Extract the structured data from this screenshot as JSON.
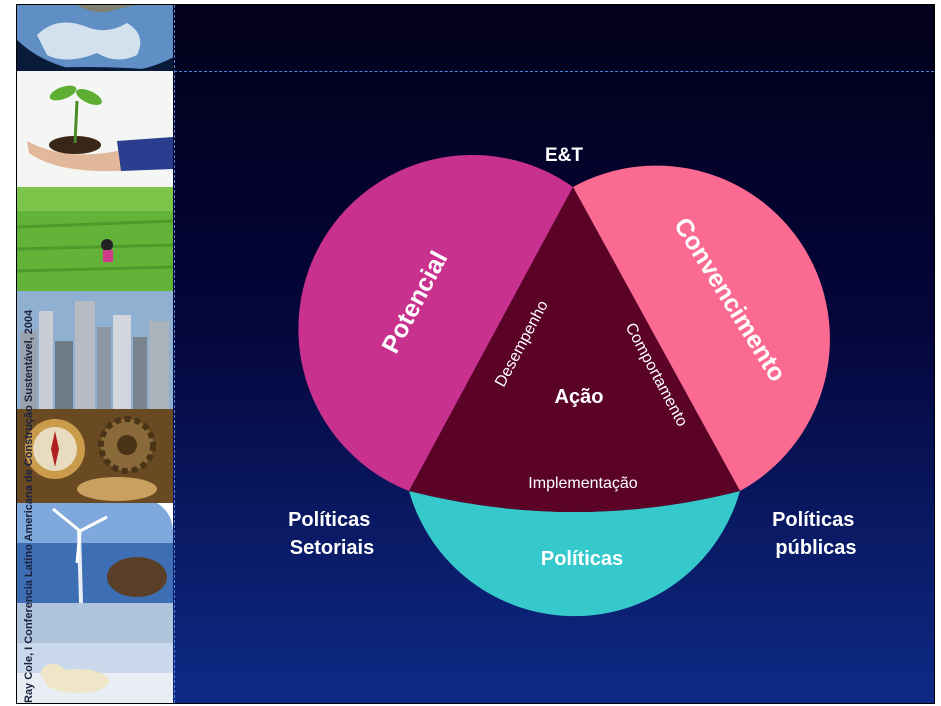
{
  "credit": "Ray Cole, I Conferencia Latino Americana de Construção Sustentável, 2004",
  "diagram": {
    "top_label": "E&T",
    "center_label": "Ação",
    "left_side_label": "Desempenho",
    "right_side_label": "Comportamento",
    "bottom_side_label": "Implementação",
    "left_circle_label": "Potencial",
    "right_circle_label": "Convencimento",
    "bottom_circle_label": "Políticas",
    "left_corner_label": [
      "Políticas",
      "Setoriais"
    ],
    "right_corner_label": [
      "Políticas",
      "públicas"
    ]
  },
  "colors": {
    "left_circle": "#c9318f",
    "right_circle": "#fa6a91",
    "bottom_circle": "#36c9cc",
    "triangle": "#5b0327",
    "background_top": "#020019",
    "background_bottom": "#0d2a86"
  },
  "photos": [
    "earth-globe",
    "seedling-in-hand",
    "rice-field-farmer",
    "city-skyline",
    "compass-and-gears",
    "wind-turbine",
    "polar-bear-on-ice"
  ]
}
